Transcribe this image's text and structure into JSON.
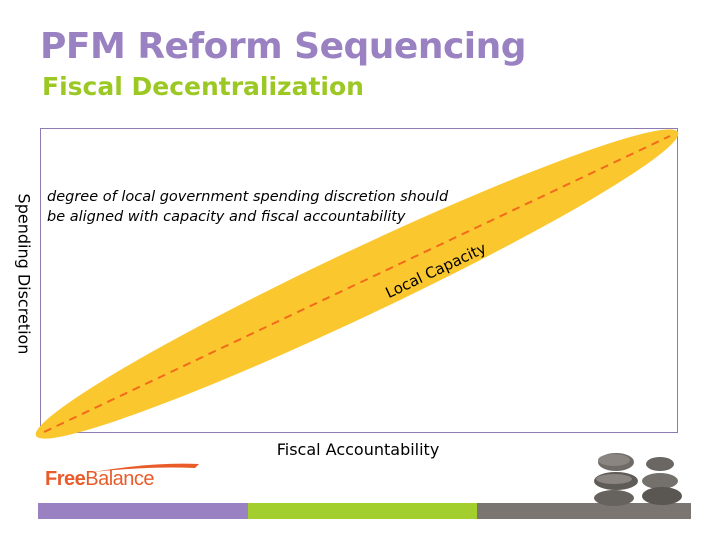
{
  "slide": {
    "title": "PFM Reform Sequencing",
    "subtitle": "Fiscal Decentralization",
    "annotation": "degree of local government spending discretion should be aligned with capacity and fiscal accountability",
    "band_label": "Local Capacity",
    "y_axis_label": "Spending Discretion",
    "x_axis_label": "Fiscal Accountability"
  },
  "logo": {
    "free": "Free",
    "balance": "Balance"
  },
  "colors": {
    "title": "#9a82c2",
    "subtitle": "#9bc823",
    "frame": "#8e7bb2",
    "band_fill": "#fbc72f",
    "diagonal": "#f26a1b",
    "bar_purple": "#9a82c2",
    "bar_green": "#a3cf2e",
    "bar_gray": "#7a7570",
    "logo_orange": "#e95c2a"
  },
  "icons": {
    "logo_mark": "freebalance-swoosh-icon",
    "stones": "stacked-stones-icon"
  }
}
